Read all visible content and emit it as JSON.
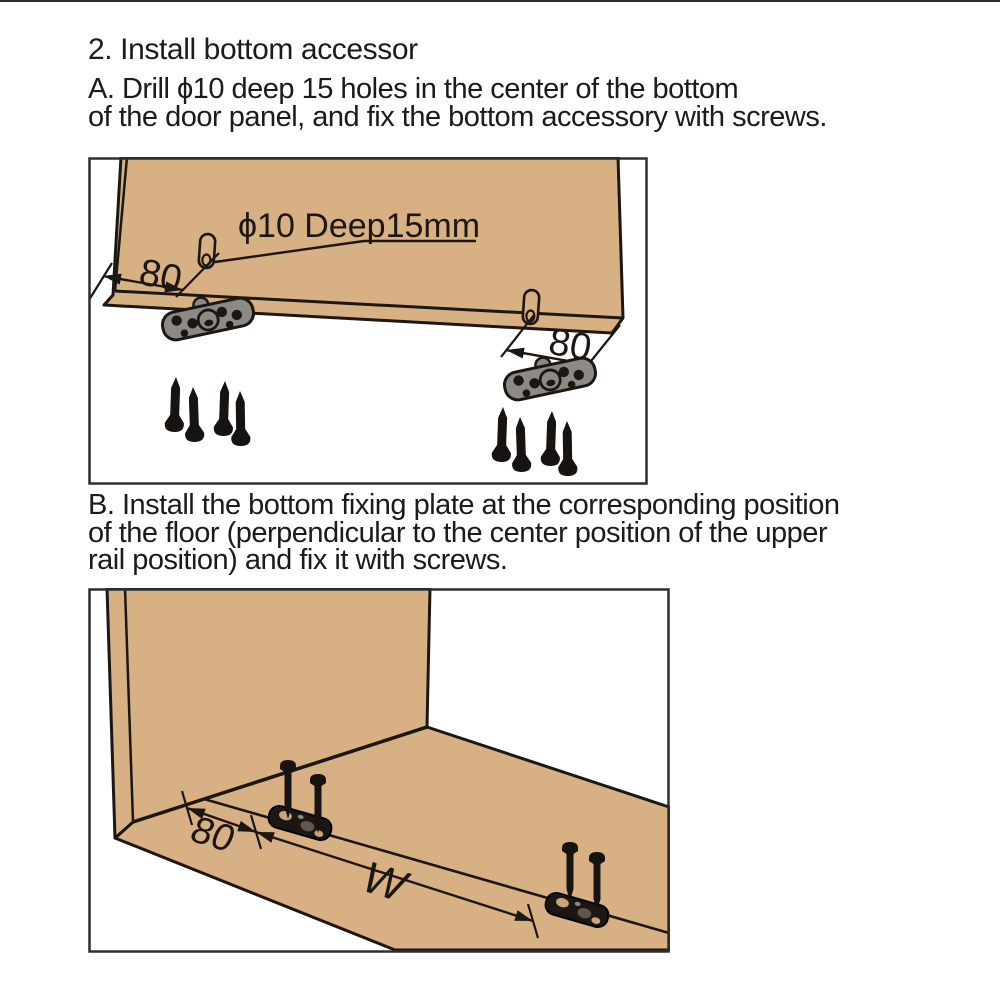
{
  "title": "2. Install bottom accessor",
  "step_a": {
    "lines": [
      "A. Drill ϕ10 deep 15 holes in the center of the bottom",
      "of the door panel, and fix the bottom accessory with screws."
    ]
  },
  "step_b": {
    "lines": [
      "B. Install the bottom fixing plate at the corresponding position",
      "of the floor (perpendicular to the center position of the upper",
      "rail position) and fix it with screws."
    ]
  },
  "diagram_a": {
    "hole_label": "ϕ10 Deep15mm",
    "dim_left": "80",
    "dim_right": "80"
  },
  "diagram_b": {
    "dim_offset": "80",
    "dim_width_label": "W"
  },
  "colors": {
    "wood": "#D7B084",
    "outline": "#1C1713",
    "plate_gray": "#8D8A86",
    "plate_dark": "#1C1713",
    "border": "#2F2F2F",
    "background": "#FFFFFF"
  }
}
